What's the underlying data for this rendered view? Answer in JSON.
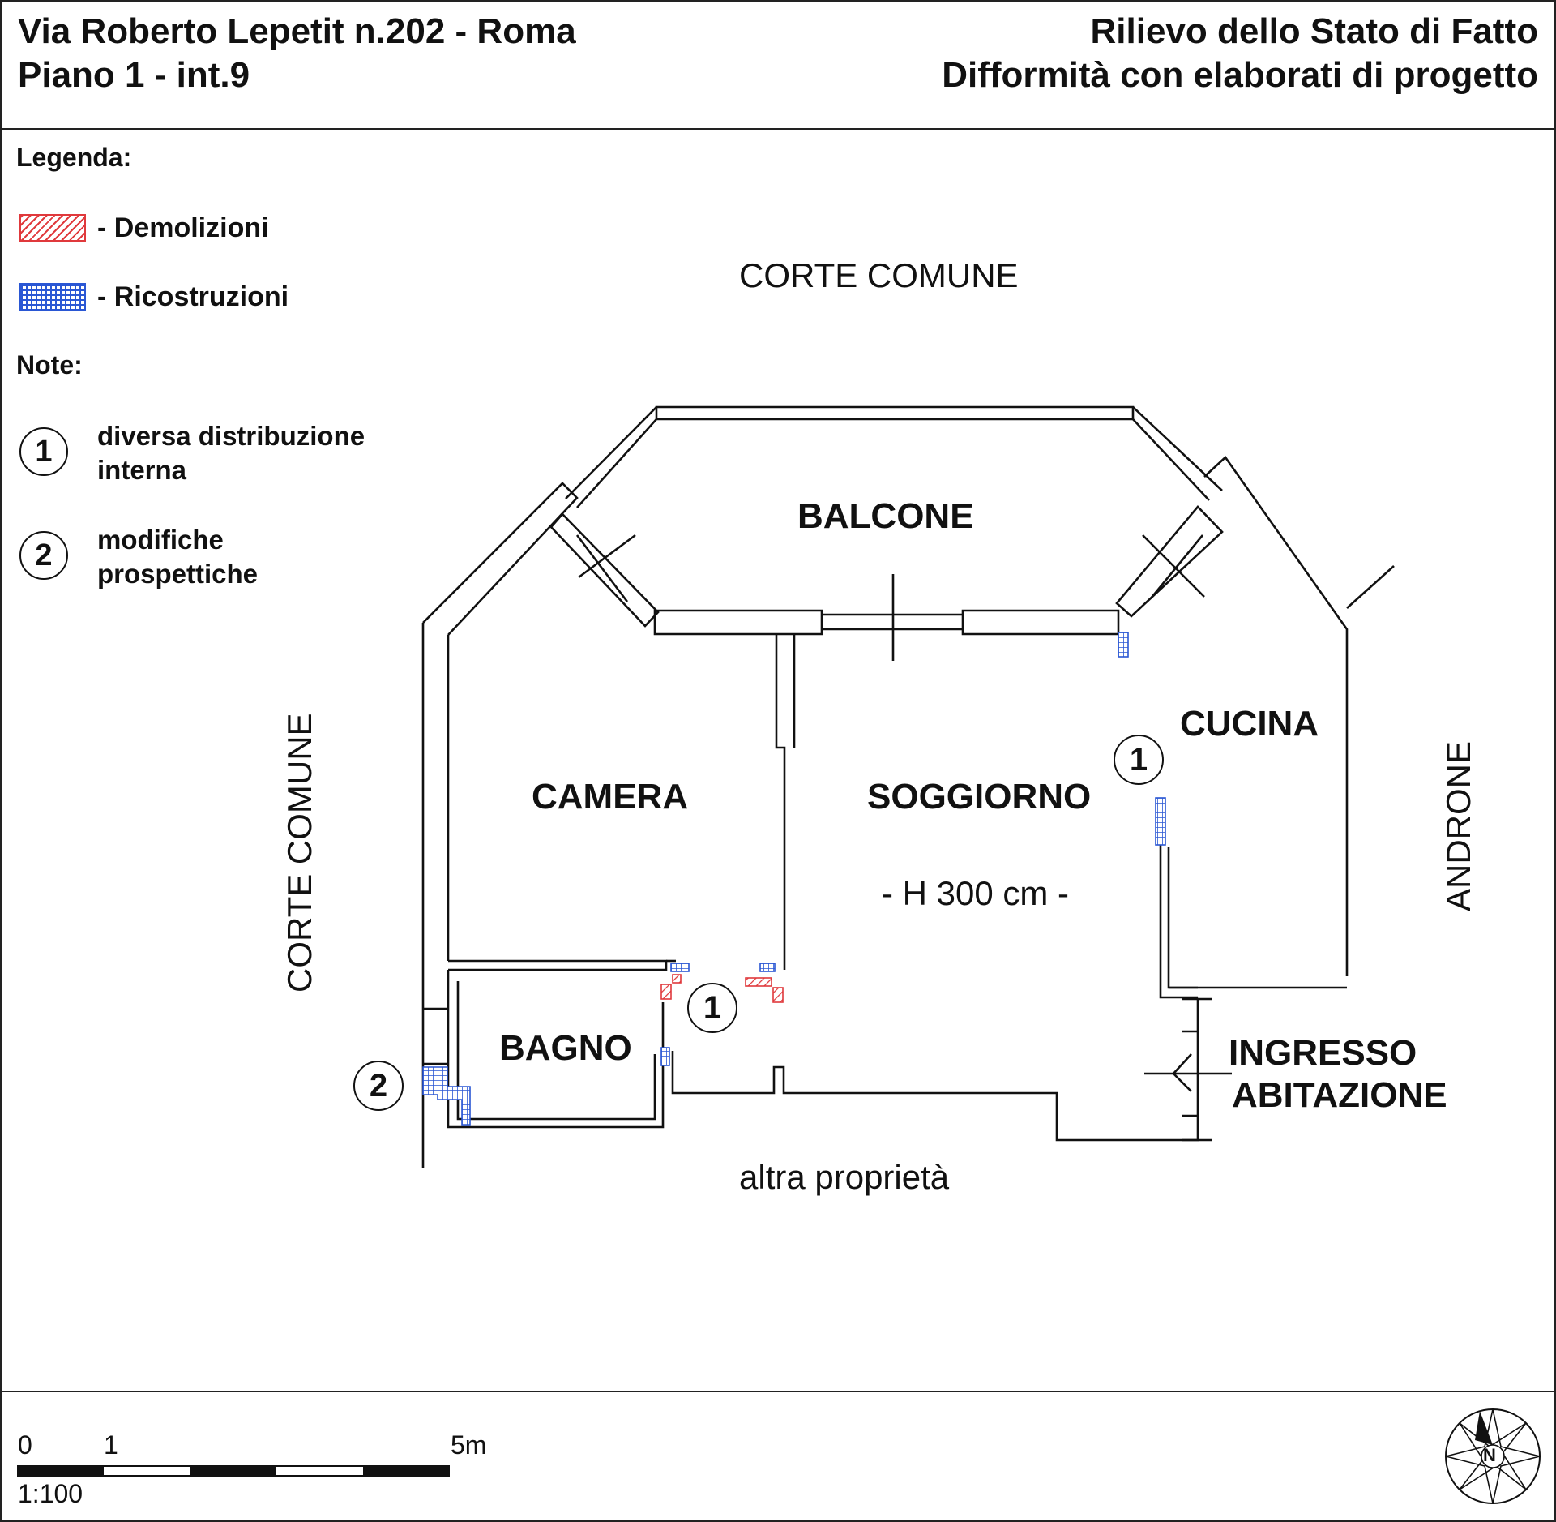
{
  "header": {
    "address_line1": "Via Roberto Lepetit n.202 - Roma",
    "address_line2": "Piano 1 - int.9",
    "title_line1": "Rilievo dello Stato di Fatto",
    "title_line2": "Difformità con elaborati di progetto"
  },
  "legend": {
    "title": "Legenda:",
    "items": [
      {
        "label": "- Demolizioni",
        "color": "#e0393c"
      },
      {
        "label": "- Ricostruzioni",
        "color": "#2a57d4"
      }
    ]
  },
  "notes": {
    "title": "Note:",
    "items": [
      {
        "number": "1",
        "text": "diversa distribuzione\ninterna"
      },
      {
        "number": "2",
        "text": "modifiche\nprospettiche"
      }
    ]
  },
  "plan": {
    "top_label": "CORTE COMUNE",
    "left_label": "CORTE COMUNE",
    "right_label": "ANDRONE",
    "bottom_label": "altra proprietà",
    "rooms": {
      "balcone": "BALCONE",
      "camera": "CAMERA",
      "soggiorno": "SOGGIORNO",
      "cucina": "CUCINA",
      "bagno": "BAGNO",
      "ingresso_line1": "INGRESSO",
      "ingresso_line2": "ABITAZIONE"
    },
    "height_note": "- H 300 cm -",
    "markers": [
      {
        "number": "1"
      },
      {
        "number": "1"
      },
      {
        "number": "2"
      }
    ]
  },
  "scale_bar": {
    "tick_0": "0",
    "tick_1": "1",
    "tick_5": "5m",
    "ratio": "1:100"
  },
  "compass": {
    "north_label": "N"
  }
}
